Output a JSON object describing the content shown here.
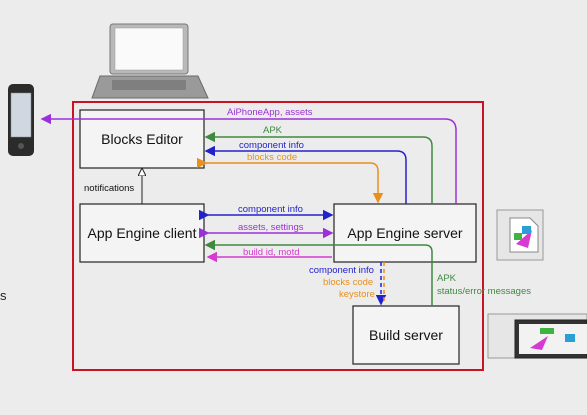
{
  "diagram": {
    "boxes": {
      "blocks_editor": "Blocks Editor",
      "app_engine_client": "App Engine client",
      "app_engine_server": "App Engine server",
      "build_server": "Build server"
    },
    "labels": {
      "aiphoneapp_assets": "AiPhoneApp, assets",
      "apk_top": "APK",
      "component_info_top": "component info",
      "blocks_code_top": "blocks code",
      "notifications": "notifications",
      "component_info_mid": "component info",
      "assets_settings": "assets, settings",
      "build_id_motd": "build id, motd",
      "component_info_build": "component info",
      "blocks_code_build": "blocks code",
      "keystore": "keystore",
      "apk_build": "APK",
      "status_error": "status/error messages",
      "left_cut_char": "s"
    },
    "colors": {
      "frame": "#cc1122",
      "purple": "#9b30d9",
      "green": "#3f8a3f",
      "blue": "#2222cc",
      "orange": "#e8901a",
      "magenta": "#d63ad0",
      "black": "#222222"
    },
    "icons": [
      "phone-icon",
      "laptop-icon",
      "file-icon",
      "window-icon"
    ]
  }
}
